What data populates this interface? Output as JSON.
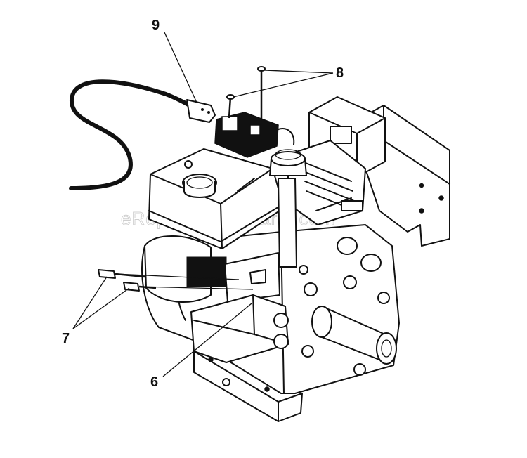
{
  "diagram": {
    "watermark": "eReplacementParts.com",
    "callouts": [
      {
        "id": "9",
        "label": "9"
      },
      {
        "id": "8",
        "label": "8"
      },
      {
        "id": "7",
        "label": "7"
      },
      {
        "id": "6",
        "label": "6"
      }
    ],
    "colors": {
      "line": "#111111",
      "background": "#ffffff",
      "watermark": "#cfcfcf"
    }
  }
}
